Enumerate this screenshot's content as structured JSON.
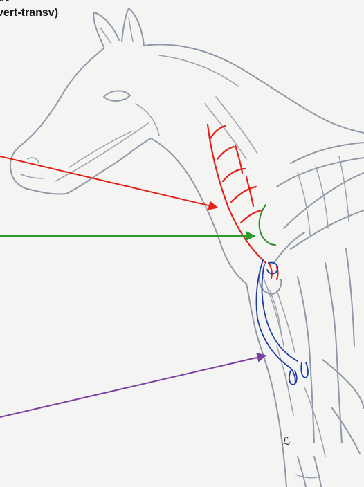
{
  "text_block": {
    "line1": "ue",
    "line2": "vert-transv)"
  },
  "colors": {
    "red_arrow": "#e2231a",
    "green_arrow": "#2e9a2e",
    "purple_arrow": "#7a3f9e",
    "blue_nerve": "#1f3fa0",
    "outline": "#8f98a8"
  },
  "signature_glyph": "ℒ"
}
